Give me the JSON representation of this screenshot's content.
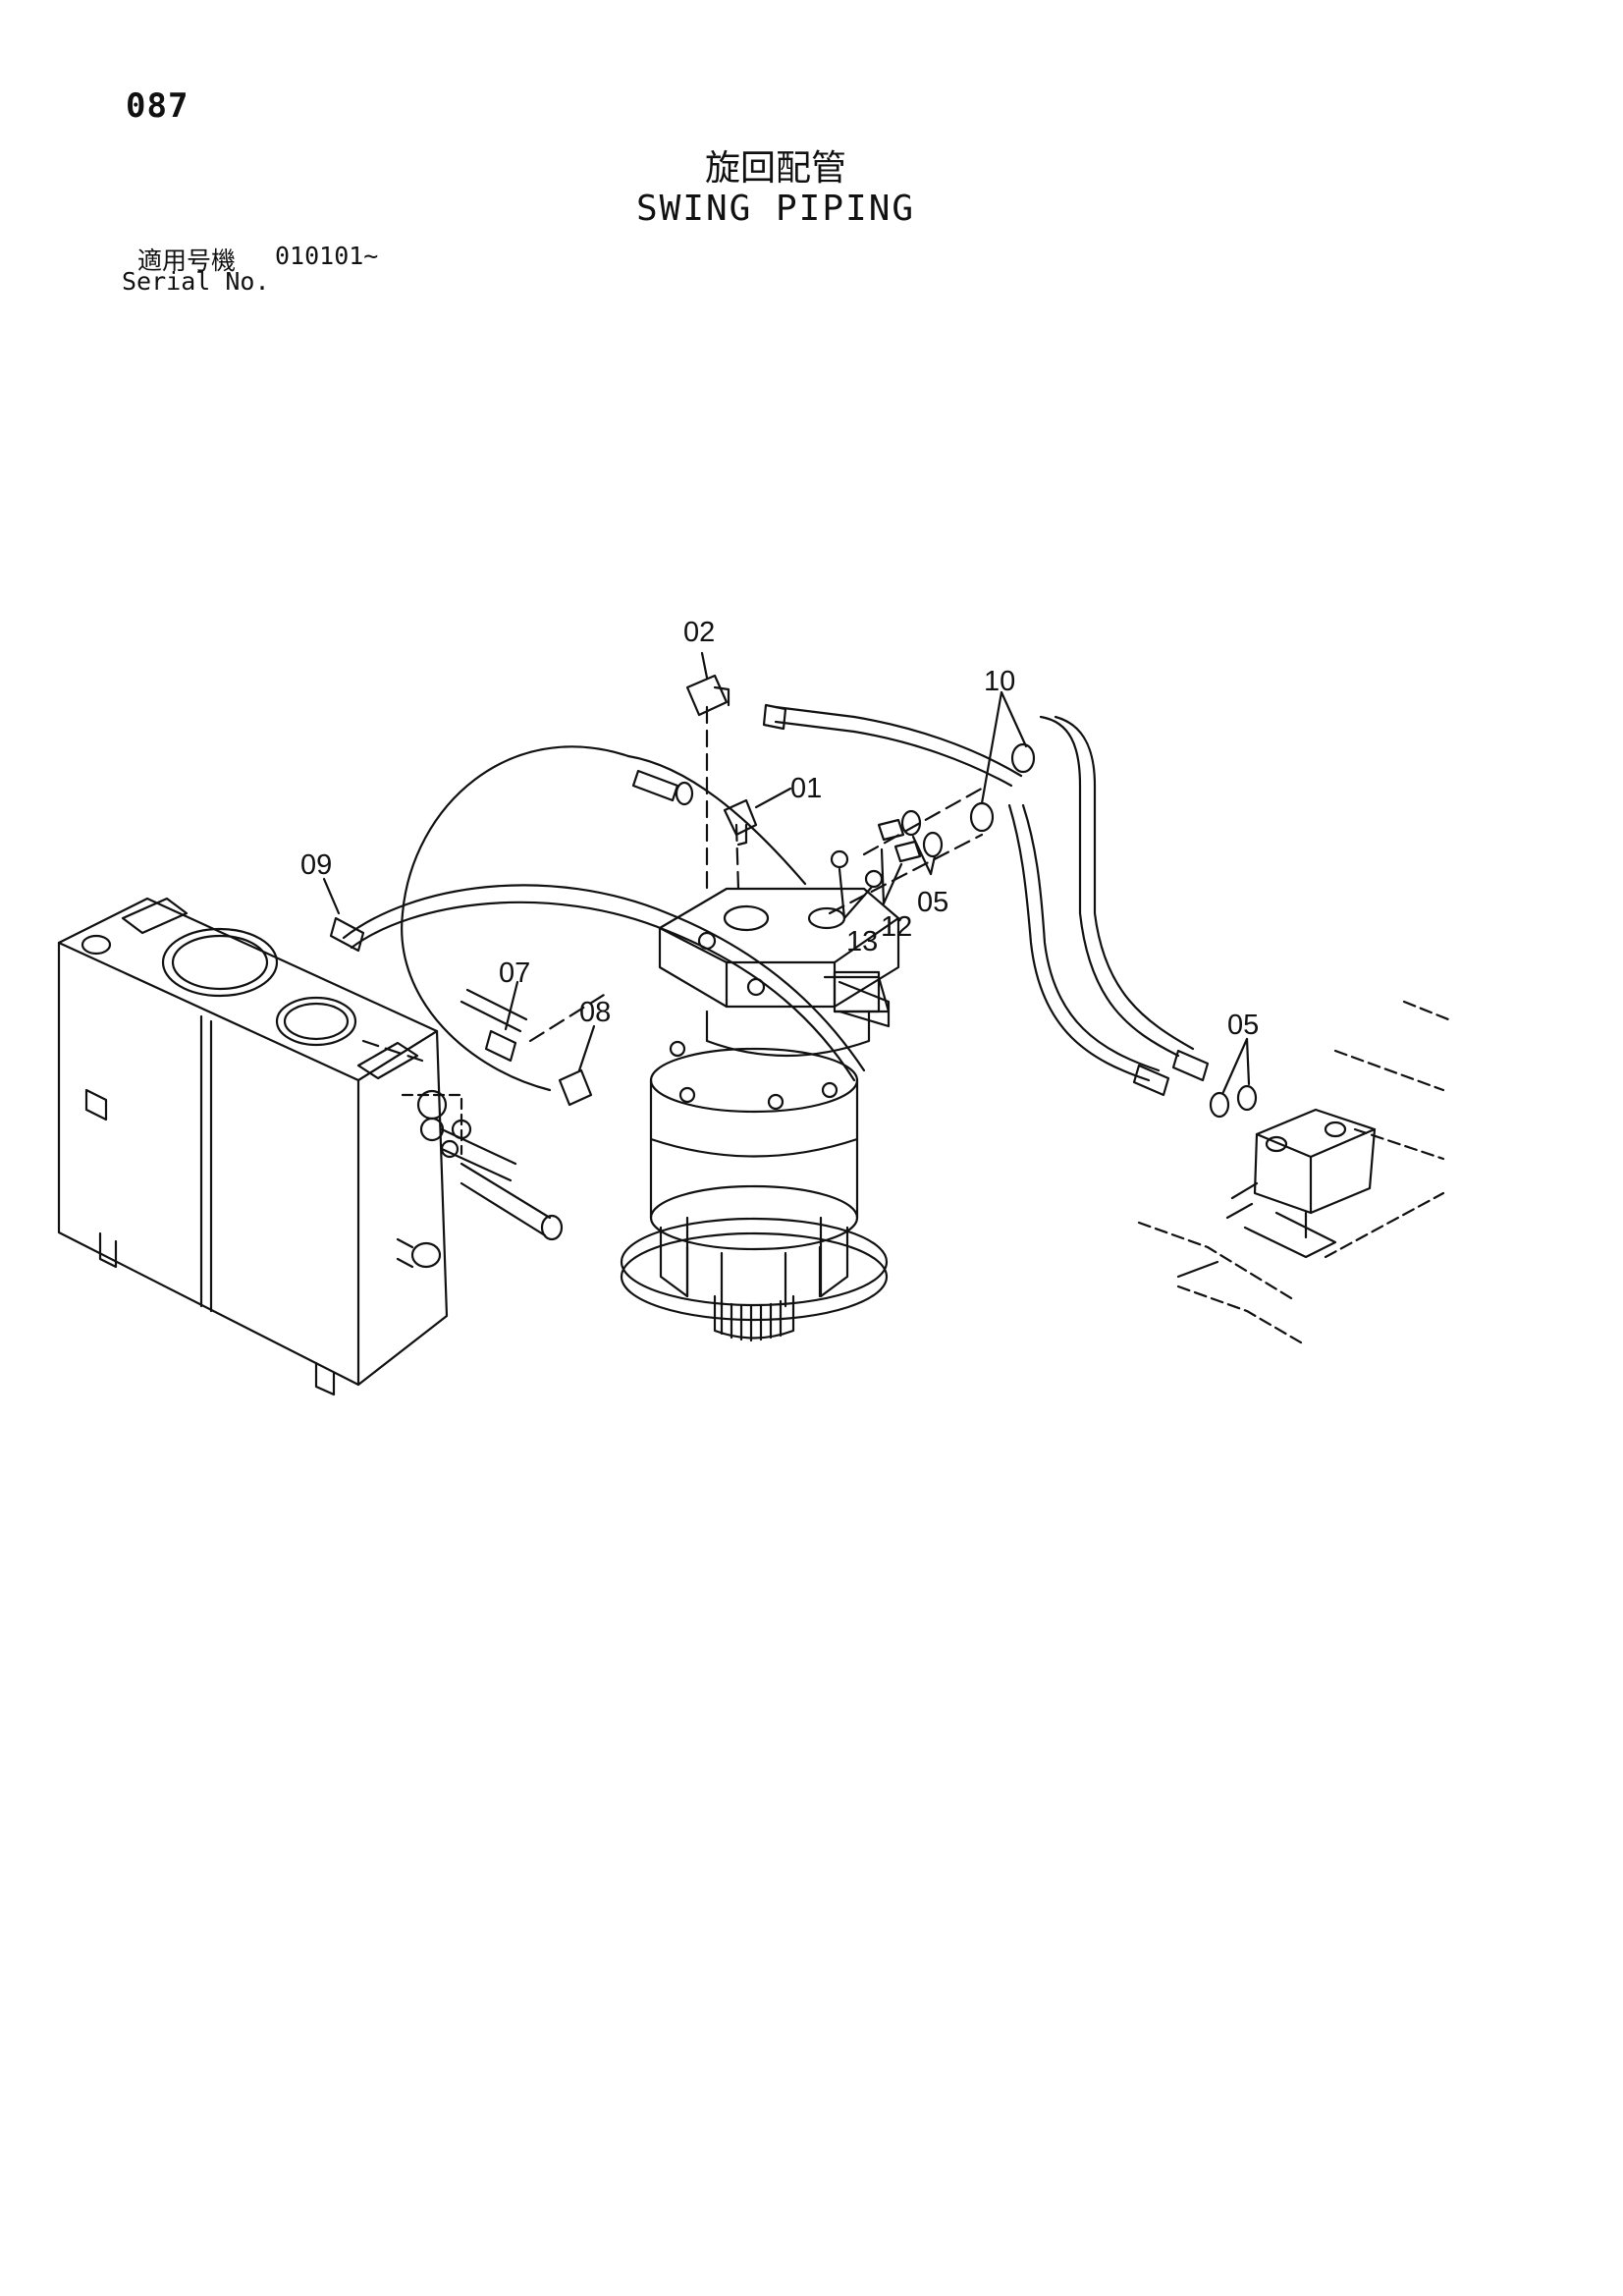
{
  "page_number": "087",
  "title": {
    "japanese": "旋回配管",
    "english": "SWING PIPING"
  },
  "serial": {
    "label_jp": "適用号機",
    "value": "010101~",
    "label_en": "Serial No."
  },
  "callouts": [
    "01",
    "02",
    "05",
    "05",
    "07",
    "08",
    "09",
    "10",
    "12",
    "13"
  ],
  "diagram": {
    "line_color": "#111111",
    "background": "#ffffff"
  }
}
